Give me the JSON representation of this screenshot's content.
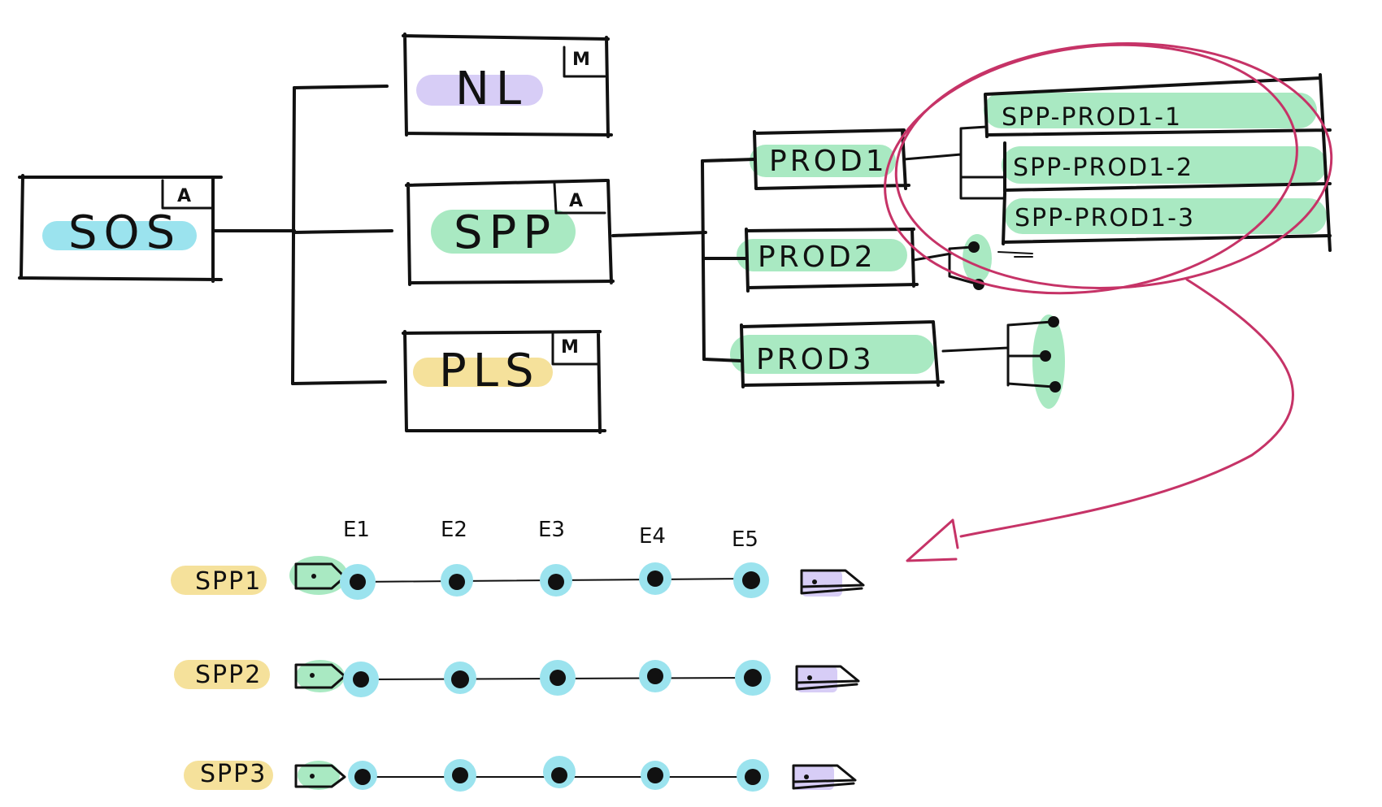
{
  "colors": {
    "cyan": "#9be3ee",
    "green": "#a9e9c2",
    "purple": "#d7cdf6",
    "yellow": "#f5e19b",
    "annotation": "#c63367",
    "ink": "#111111"
  },
  "nodes": {
    "sos": {
      "label": "SOS",
      "badge": "A"
    },
    "nl": {
      "label": "NL",
      "badge": "M"
    },
    "spp": {
      "label": "SPP",
      "badge": "A"
    },
    "pls": {
      "label": "PLS",
      "badge": "M"
    },
    "prod1": {
      "label": "PROD1"
    },
    "prod2": {
      "label": "PROD2"
    },
    "prod3": {
      "label": "PROD3"
    },
    "spp_prod1_1": {
      "label": "SPP-PROD1-1"
    },
    "spp_prod1_2": {
      "label": "SPP-PROD1-2"
    },
    "spp_prod1_3": {
      "label": "SPP-PROD1-3"
    }
  },
  "timeline": {
    "events": [
      "E1",
      "E2",
      "E3",
      "E4",
      "E5"
    ],
    "rows": [
      {
        "label": "SPP1"
      },
      {
        "label": "SPP2"
      },
      {
        "label": "SPP3"
      }
    ]
  }
}
